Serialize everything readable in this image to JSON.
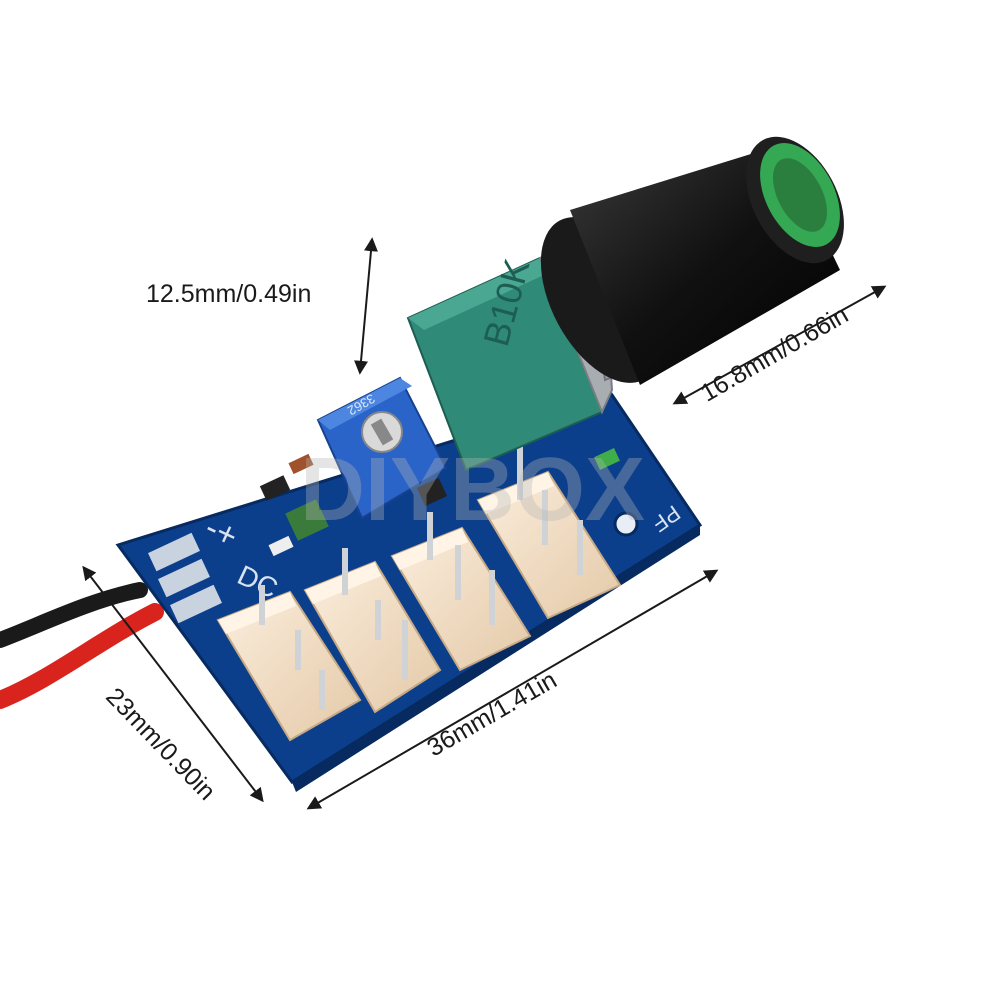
{
  "dimensions": {
    "height": "12.5mm/0.49in",
    "depth": "16.8mm/0.66in",
    "length": "36mm/1.41in",
    "width": "23mm/0.90in"
  },
  "silkscreen": {
    "pot_marking": "B10K",
    "trimmer_code": "3362",
    "power_label": "DC",
    "plus_minus": "-+",
    "pf_label": "PF"
  },
  "watermark": "DIYBOX",
  "colors": {
    "pcb_blue": "#0b3f8c",
    "connector_cream": "#f1dcc3",
    "pot_green": "#2f8a78",
    "trimmer_blue": "#2a64c8",
    "knob_black": "#111111",
    "wire_red": "#d8241c",
    "wire_black": "#1a1a1a"
  },
  "connector_count": 4,
  "icons": [
    "dimension-arrow",
    "potentiometer-knob",
    "fan-connector"
  ]
}
